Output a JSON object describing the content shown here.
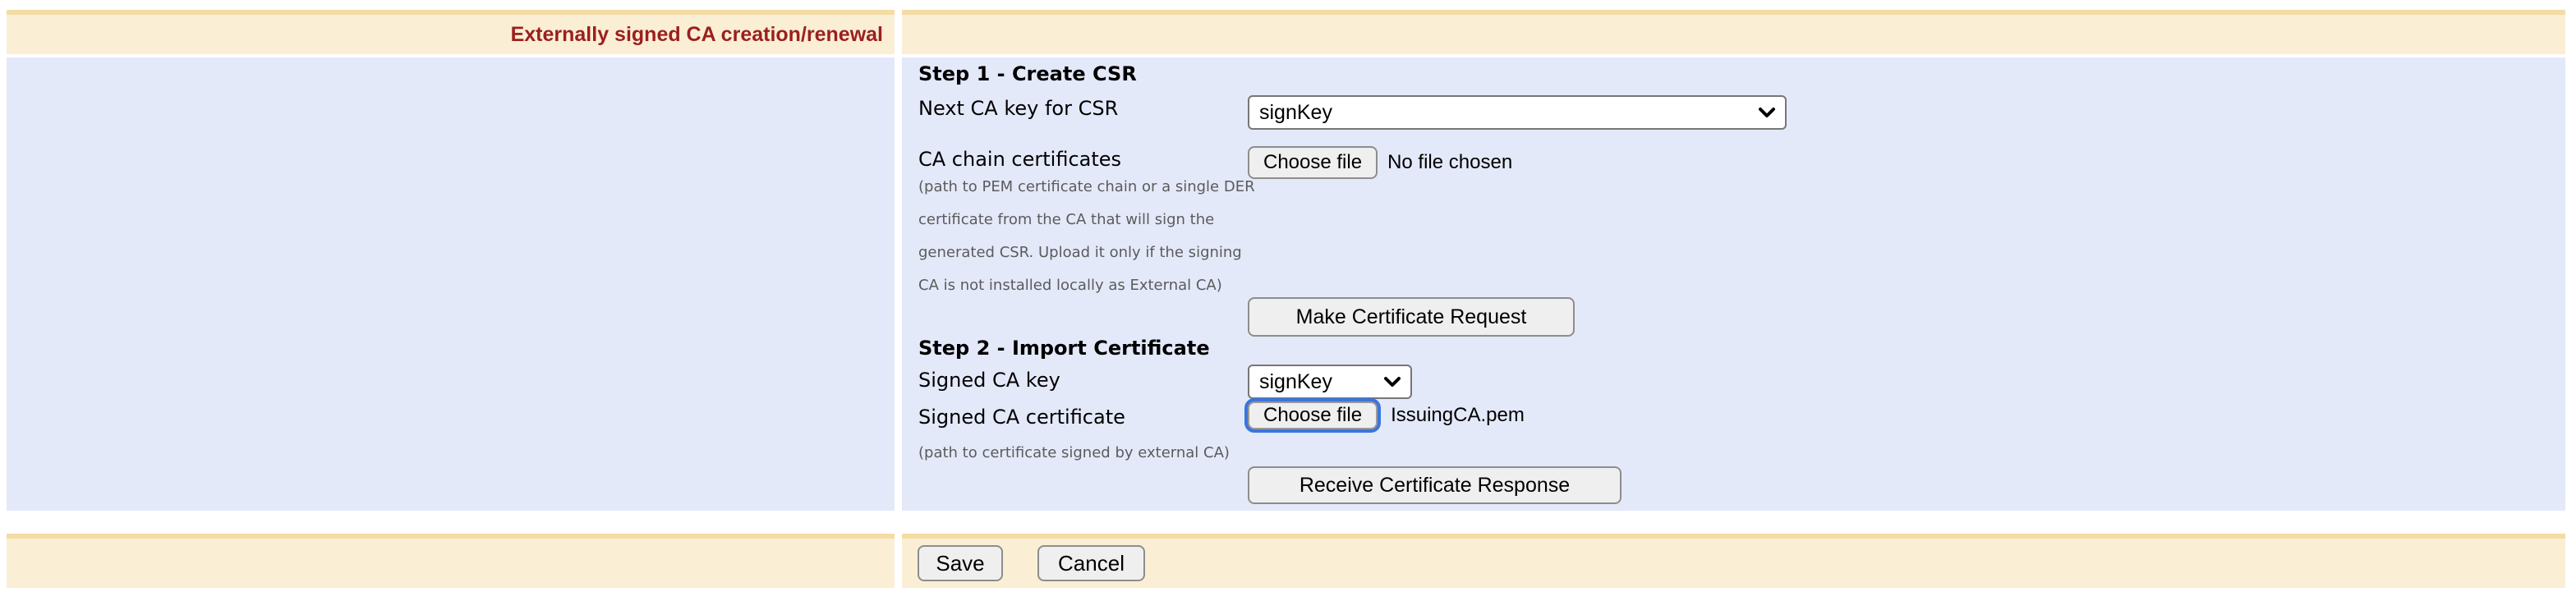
{
  "header": {
    "title": "Externally signed CA creation/renewal"
  },
  "form": {
    "step1": {
      "heading": "Step 1 - Create CSR",
      "next_ca_key": {
        "label": "Next CA key for CSR",
        "selected_value": "signKey"
      },
      "ca_chain": {
        "label": "CA chain certificates",
        "choose_file_button": "Choose file",
        "status": "No file chosen",
        "help_lines": [
          "(path to PEM certificate chain or a single DER",
          "certificate from the CA that will sign the",
          "generated CSR. Upload it only if the signing",
          "CA is not installed locally as External CA)"
        ]
      },
      "make_request_button": "Make Certificate Request"
    },
    "step2": {
      "heading": "Step 2 - Import Certificate",
      "signed_ca_key": {
        "label": "Signed CA key",
        "selected_value": "signKey"
      },
      "signed_ca_cert": {
        "label": "Signed CA certificate",
        "choose_file_button": "Choose file",
        "filename": "IssuingCA.pem",
        "help": "(path to certificate signed by external CA)"
      },
      "receive_response_button": "Receive Certificate Response"
    }
  },
  "footer": {
    "save_label": "Save",
    "cancel_label": "Cancel"
  },
  "colors": {
    "band_background": "#faefd4",
    "band_top_border": "#f5dba4",
    "panel_background": "#e4e9fa",
    "title_red": "#9c1f1f",
    "focus_ring_blue": "#3a75dd"
  }
}
